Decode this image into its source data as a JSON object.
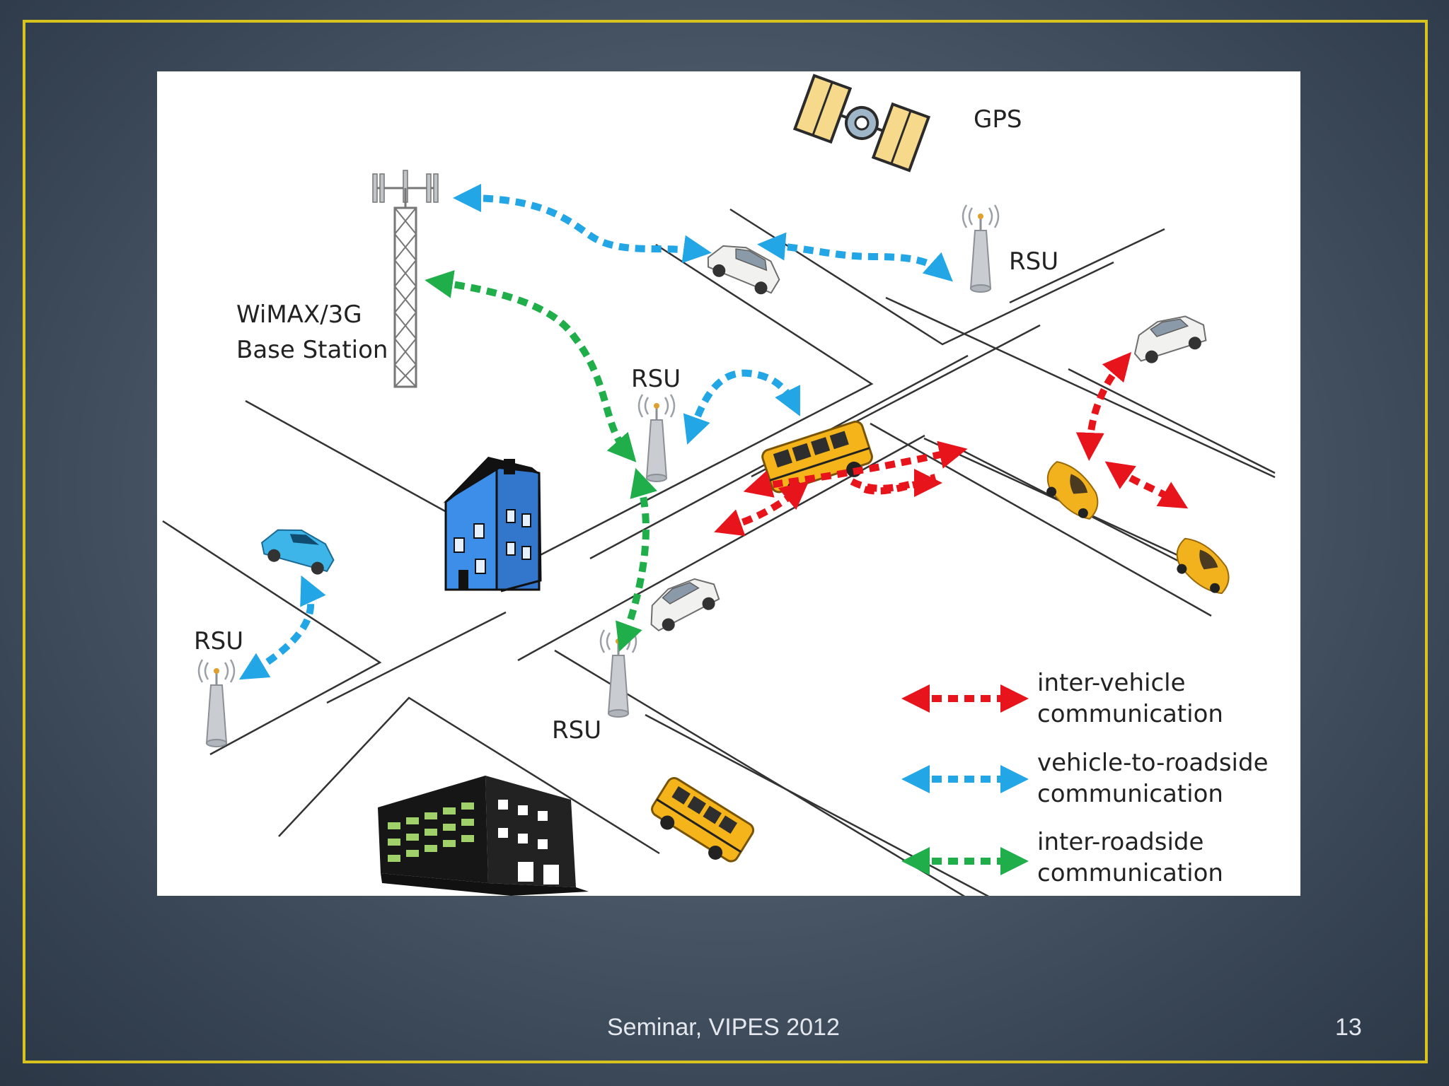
{
  "labels": {
    "gps": "GPS",
    "base_station_line1": "WiMAX/3G",
    "base_station_line2": "Base Station",
    "rsu": "RSU"
  },
  "legend": [
    {
      "line1": "inter-vehicle",
      "line2": "communication",
      "color": "#e8141c"
    },
    {
      "line1": "vehicle-to-roadside",
      "line2": "communication",
      "color": "#22a6e6"
    },
    {
      "line1": "inter-roadside",
      "line2": "communication",
      "color": "#1fae4a"
    }
  ],
  "footer": {
    "text": "Seminar, VIPES 2012",
    "page_number": "13"
  },
  "colors": {
    "frame": "#d8c31e",
    "inter_vehicle": "#e8141c",
    "vehicle_to_roadside": "#22a6e6",
    "inter_roadside": "#1fae4a"
  }
}
